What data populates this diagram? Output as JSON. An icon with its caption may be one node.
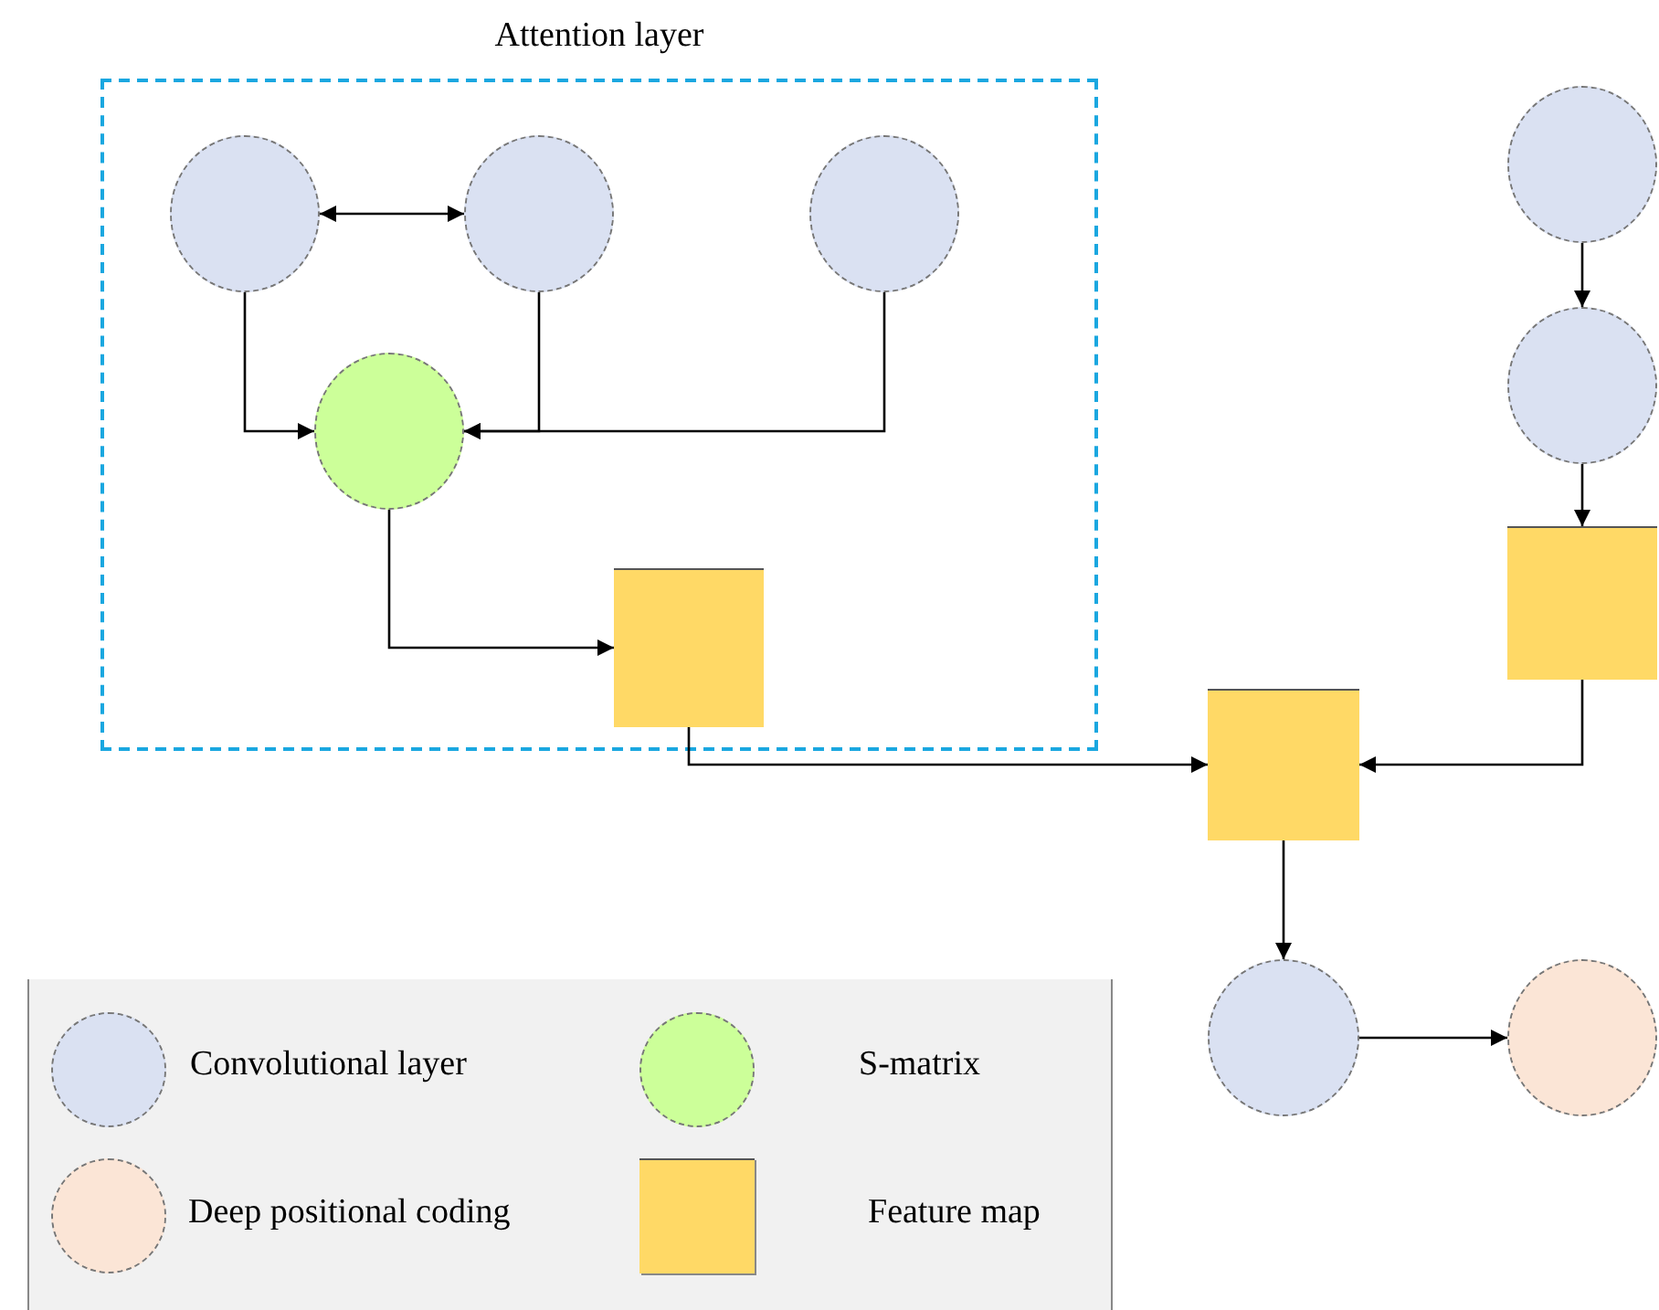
{
  "diagram": {
    "nodes": [
      {
        "text": [
          "Attention layer"
        ]
      },
      {
        "text": [],
        "shape": "circle",
        "in": 0
      },
      {
        "text": [],
        "shape": "circle",
        "in": 0
      },
      {
        "text": [],
        "shape": "circle",
        "in": 0
      },
      {
        "text": [],
        "shape": "circle",
        "in": 0
      },
      {
        "text": [],
        "shape": "box",
        "in": 0
      },
      {
        "text": [],
        "shape": "circle"
      },
      {
        "text": [],
        "shape": "circle"
      },
      {
        "text": [],
        "shape": "box"
      },
      {
        "text": [],
        "shape": "box"
      },
      {
        "text": [],
        "shape": "circle"
      },
      {
        "text": [],
        "shape": "circle"
      }
    ],
    "edges": [
      {
        "from": 1,
        "to": 2,
        "arrow": "both"
      },
      {
        "from": 1,
        "to": 4,
        "arrow": "to"
      },
      {
        "from": 2,
        "to": 4,
        "arrow": "to"
      },
      {
        "from": 3,
        "to": 4,
        "arrow": "to"
      },
      {
        "from": 4,
        "to": 5,
        "arrow": "to"
      },
      {
        "from": 5,
        "to": 9,
        "arrow": "to"
      },
      {
        "from": 6,
        "to": 7,
        "arrow": "to"
      },
      {
        "from": 7,
        "to": 8,
        "arrow": "to"
      },
      {
        "from": 8,
        "to": 9,
        "arrow": "to"
      },
      {
        "from": 9,
        "to": 10,
        "arrow": "to"
      },
      {
        "from": 10,
        "to": 11,
        "arrow": "to"
      }
    ],
    "legend": [
      {
        "text": "Convolutional layer",
        "color": "#dae1f2"
      },
      {
        "text": "S-matrix",
        "color": "#ccff99"
      },
      {
        "text": "Deep positional coding",
        "color": "#fbe5d6"
      },
      {
        "text": "Feature map",
        "color": "#ffd966"
      }
    ]
  }
}
